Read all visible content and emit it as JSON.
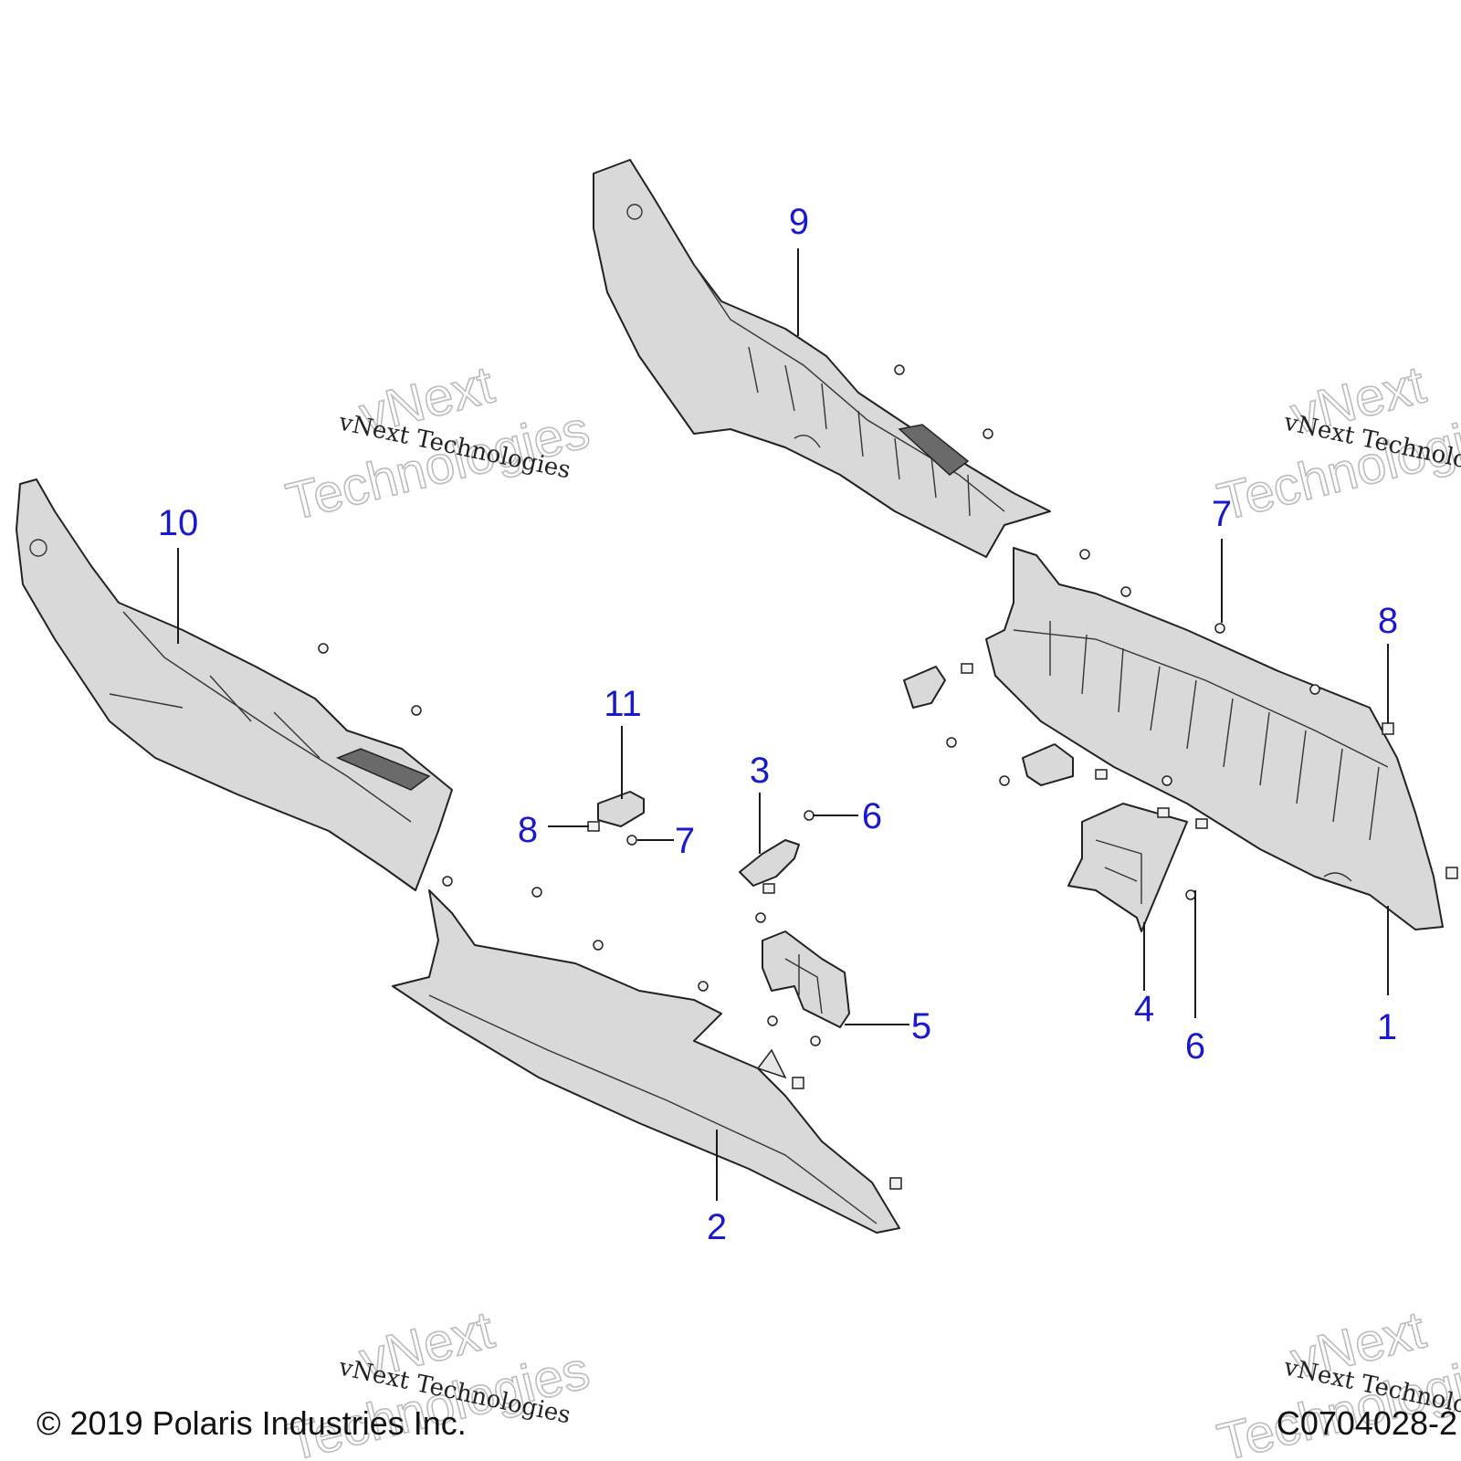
{
  "callouts": [
    {
      "id": "1",
      "label": "1"
    },
    {
      "id": "2",
      "label": "2"
    },
    {
      "id": "3",
      "label": "3"
    },
    {
      "id": "4",
      "label": "4"
    },
    {
      "id": "5",
      "label": "5"
    },
    {
      "id": "6a",
      "label": "6"
    },
    {
      "id": "6b",
      "label": "6"
    },
    {
      "id": "7a",
      "label": "7"
    },
    {
      "id": "7b",
      "label": "7"
    },
    {
      "id": "8a",
      "label": "8"
    },
    {
      "id": "8b",
      "label": "8"
    },
    {
      "id": "9",
      "label": "9"
    },
    {
      "id": "10",
      "label": "10"
    },
    {
      "id": "11",
      "label": "11"
    }
  ],
  "watermark": {
    "script_text": "vNext Technologies",
    "line1": "vNext",
    "line2": "Technologies"
  },
  "footer": {
    "copyright": "© 2019 Polaris Industries Inc.",
    "figure_id": "C0704028-2"
  }
}
